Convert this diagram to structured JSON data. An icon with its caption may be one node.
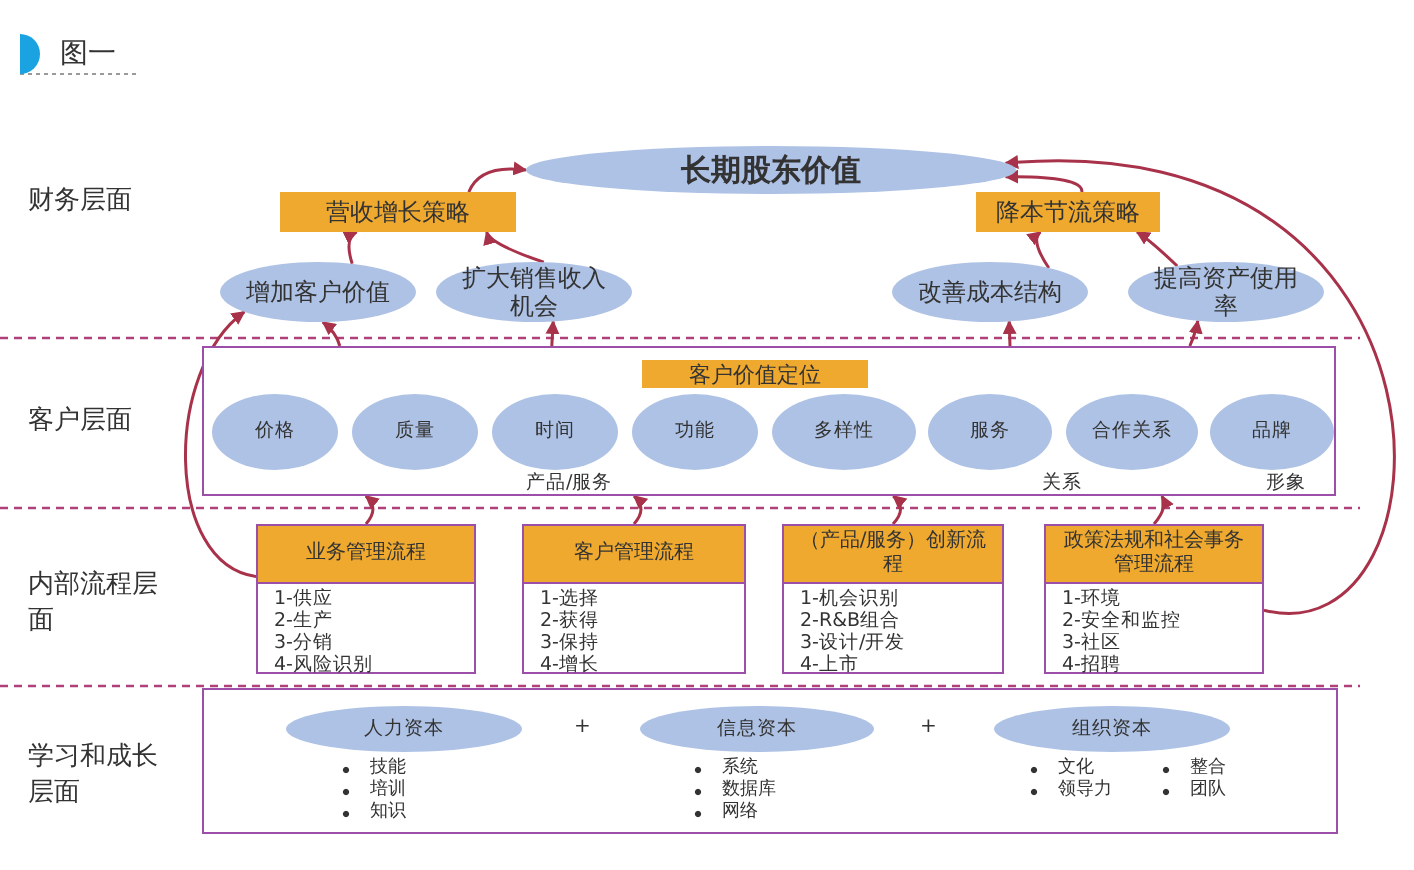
{
  "diagram": {
    "title": "图一",
    "nodes": [
      {
        "text": [
          "长期股东价值"
        ]
      },
      {
        "text": [
          "营收增长策略"
        ]
      },
      {
        "text": [
          "降本节流策略"
        ]
      },
      {
        "text": [
          "增加客户价值"
        ]
      },
      {
        "text": [
          "扩大销售收入机会"
        ]
      },
      {
        "text": [
          "改善成本结构"
        ]
      },
      {
        "text": [
          "提高资产使用率"
        ]
      },
      {
        "text": [
          "客户价值定位",
          "产品/服务",
          "关系",
          "形象"
        ]
      },
      {
        "text": [
          "价格"
        ],
        "in": 7
      },
      {
        "text": [
          "质量"
        ],
        "in": 7
      },
      {
        "text": [
          "时间"
        ],
        "in": 7
      },
      {
        "text": [
          "功能"
        ],
        "in": 7
      },
      {
        "text": [
          "多样性"
        ],
        "in": 7
      },
      {
        "text": [
          "服务"
        ],
        "in": 7
      },
      {
        "text": [
          "合作关系"
        ],
        "in": 7
      },
      {
        "text": [
          "品牌"
        ],
        "in": 7
      },
      {
        "text": [
          "业务管理流程",
          "1-供应",
          "2-生产",
          "3-分销",
          "4-风险识别"
        ]
      },
      {
        "text": [
          "客户管理流程",
          "1-选择",
          "2-获得",
          "3-保持",
          "4-增长"
        ]
      },
      {
        "text": [
          "（产品/服务）创新流程",
          "1-机会识别",
          "2-R&B组合",
          "3-设计/开发",
          "4-上市"
        ]
      },
      {
        "text": [
          "政策法规和社会事务管理流程",
          "1-环境",
          "2-安全和监控",
          "3-社区",
          "4-招聘"
        ]
      },
      {
        "text": [],
        "shape": "box"
      },
      {
        "text": [
          "人力资本"
        ],
        "in": 20,
        "beside": [
          "技能",
          "培训",
          "知识"
        ]
      },
      {
        "text": [
          "信息资本"
        ],
        "in": 20,
        "beside": [
          "系统",
          "数据库",
          "网络"
        ]
      },
      {
        "text": [
          "组织资本"
        ],
        "in": 20,
        "beside": [
          "文化",
          "领导力",
          "整合",
          "团队"
        ]
      }
    ],
    "edges": [
      {
        "from": 1,
        "to": 0,
        "arrow": "to"
      },
      {
        "from": 2,
        "to": 0,
        "arrow": "to"
      },
      {
        "from": 3,
        "to": 1,
        "arrow": "to"
      },
      {
        "from": 4,
        "to": 1,
        "arrow": "to"
      },
      {
        "from": 5,
        "to": 2,
        "arrow": "to"
      },
      {
        "from": 6,
        "to": 2,
        "arrow": "to"
      },
      {
        "from": 7,
        "to": 3,
        "arrow": "to"
      },
      {
        "from": 7,
        "to": 4,
        "arrow": "to"
      },
      {
        "from": 7,
        "to": 5,
        "arrow": "to"
      },
      {
        "from": 7,
        "to": 6,
        "arrow": "to"
      },
      {
        "from": 16,
        "to": 7,
        "arrow": "to"
      },
      {
        "from": 17,
        "to": 7,
        "arrow": "to"
      },
      {
        "from": 18,
        "to": 7,
        "arrow": "to"
      },
      {
        "from": 19,
        "to": 7,
        "arrow": "to"
      },
      {
        "from": 16,
        "to": 3,
        "arrow": "to"
      },
      {
        "from": 19,
        "to": 0,
        "arrow": "to"
      }
    ],
    "labels": [
      "财务层面",
      "客户层面",
      "内部流程层面",
      "学习和成长层面",
      "+",
      "+"
    ]
  }
}
